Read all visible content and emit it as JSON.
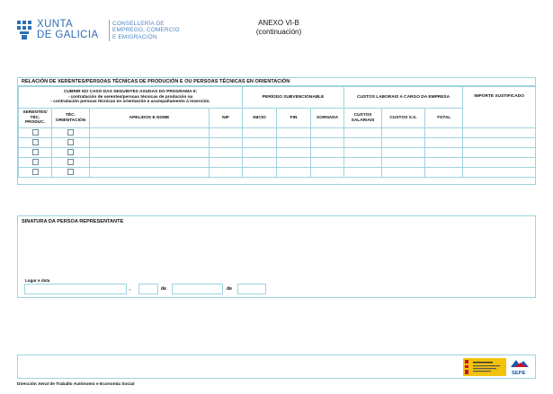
{
  "header": {
    "logo": {
      "name_line1": "XUNTA",
      "name_line2": "DE GALICIA",
      "dept_line1": "CONSELLERÍA DE",
      "dept_line2": "EMPREGO, COMERCIO",
      "dept_line3": "E EMIGRACIÓN"
    },
    "title": "ANEXO VI-B",
    "subtitle": "(continuación)"
  },
  "relation_section": {
    "title": "RELACIÓN DE XERENTES/PERSOAS TÉCNICAS DE PRODUCIÓN E OU PERSOAS TÉCNICAS EN ORIENTACIÓN",
    "group_header_line1": "CUBRIR NO CASO DAS SEGUINTES AXUDAS DO PROGRAMA II:",
    "group_header_line2": "- contratación de xerentes/persoas técnicas de produción ou",
    "group_header_line3": "- contratación persoas técnicas en orientación e acompañamento á inserción.",
    "periodo_header": "PERÍODO SUBVENCIONABLE",
    "custos_header": "CUSTOS LABORAIS A CARGO DA EMPRESA",
    "importe_header": "IMPORTE XUSTIFICADO",
    "col_xerentes": "XERENTES/ TÉC. PRODUC.",
    "col_orientacion": "TÉC. ORIENTACIÓN",
    "col_apelidos": "APELIDOS E NOME",
    "col_nif": "NIF",
    "col_inicio": "INICIO",
    "col_fin": "FIN",
    "col_xornada": "XORNADA",
    "col_custos_salariais": "CUSTOS SALARIAIS",
    "col_custos_ss": "CUSTOS S.S.",
    "col_total": "TOTAL",
    "rows": 5
  },
  "signature_section": {
    "title": "SINATURA DA PERSOA REPRESENTANTE",
    "place_date_label": "Lugar e data",
    "separator_comma": ",",
    "separator_de1": "de",
    "separator_de2": "de",
    "place_value": "",
    "day_value": "",
    "month_value": "",
    "year_value": ""
  },
  "footer": {
    "sepe_label": "SEPE",
    "text": "Dirección Xeral de Traballo Autónomo e Economía Social"
  },
  "colors": {
    "border": "#9ed3e0",
    "xunta_blue": "#2c6eb5",
    "sepe_blue": "#1b57a6",
    "gov_yellow": "#f3c20a",
    "gov_red": "#c8102e"
  }
}
